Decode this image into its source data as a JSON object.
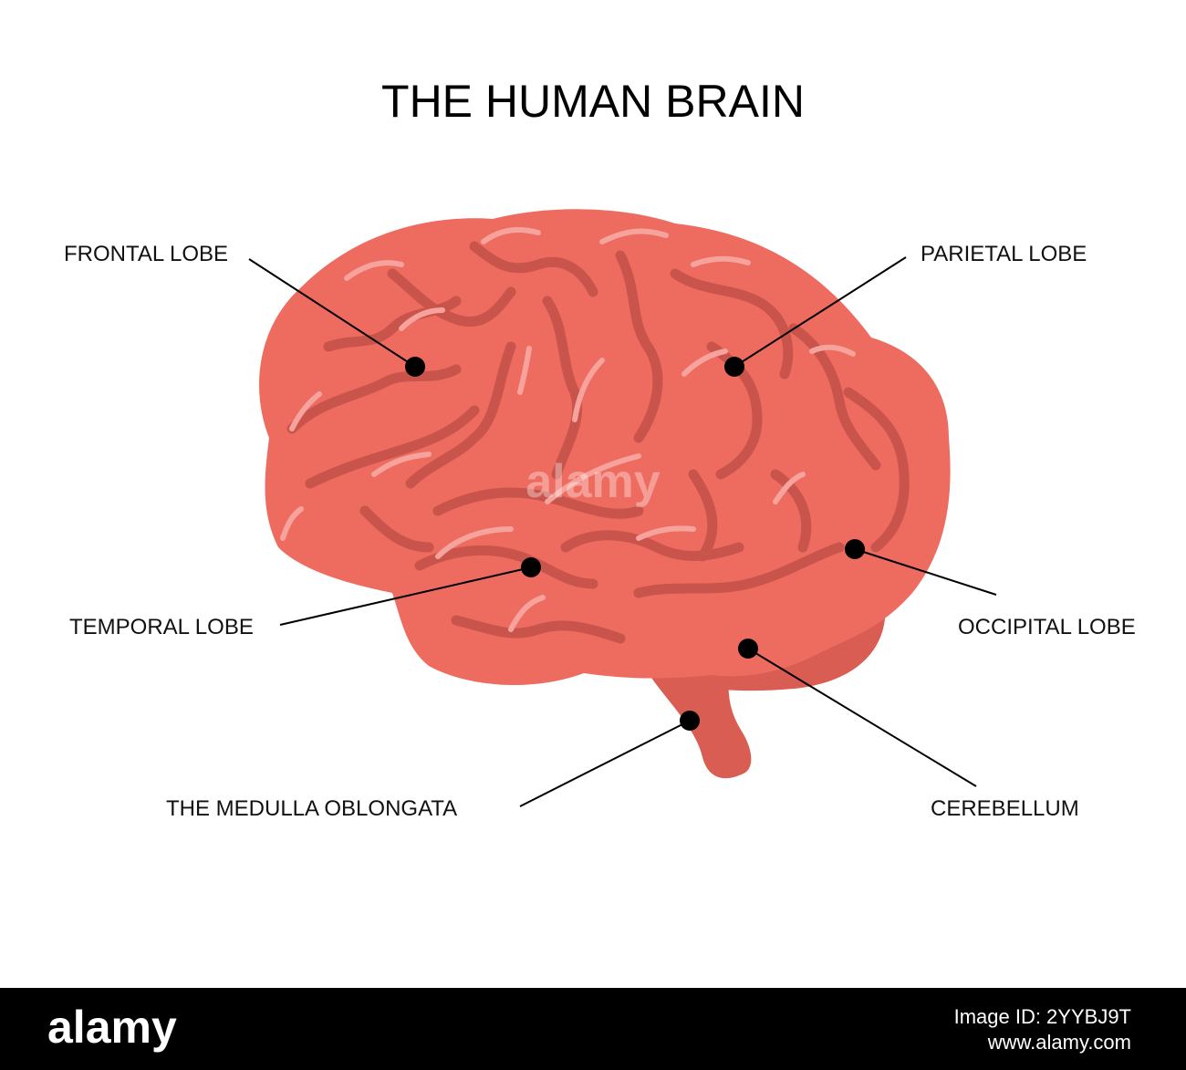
{
  "title": "THE HUMAN BRAIN",
  "colors": {
    "brain": "#ee6b60",
    "fold": "#c9544b",
    "highlight": "#f5a39c",
    "stem": "#d95d53",
    "leader": "#000000",
    "footer": "#000000"
  },
  "labels": {
    "frontal": "FRONTAL LOBE",
    "parietal": "PARIETAL LOBE",
    "temporal": "TEMPORAL LOBE",
    "occipital": "OCCIPITAL LOBE",
    "medulla": "THE MEDULLA OBLONGATA",
    "cerebellum": "CEREBELLUM"
  },
  "watermark": "alamy",
  "footer": {
    "brand": "alamy",
    "image_id": "Image ID: 2YYBJ9T",
    "site": "www.alamy.com"
  }
}
